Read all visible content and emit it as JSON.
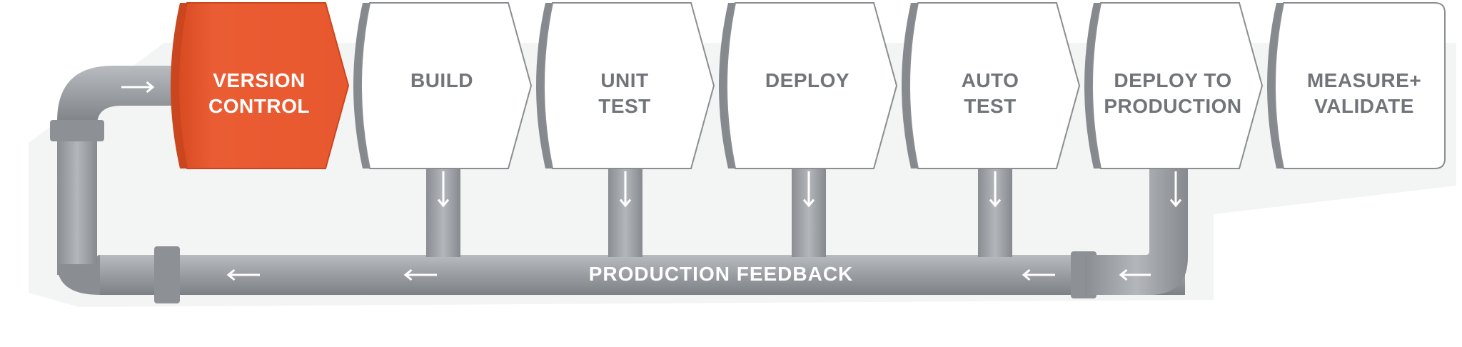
{
  "colors": {
    "active_stage": "#e8582f",
    "stage_face": "#ffffff",
    "stage_side": "#86898d",
    "stage_text": "#717479",
    "active_text": "#ffffff",
    "pipe": "#9a9da1",
    "pipe_dark": "#7f8286",
    "arrow": "#ffffff"
  },
  "stages": [
    {
      "id": "version-control",
      "lines": [
        "VERSION",
        "CONTROL"
      ],
      "active": true
    },
    {
      "id": "build",
      "lines": [
        "BUILD"
      ],
      "active": false
    },
    {
      "id": "unit-test",
      "lines": [
        "UNIT",
        "TEST"
      ],
      "active": false
    },
    {
      "id": "deploy",
      "lines": [
        "DEPLOY"
      ],
      "active": false
    },
    {
      "id": "auto-test",
      "lines": [
        "AUTO",
        "TEST"
      ],
      "active": false
    },
    {
      "id": "deploy-to-production",
      "lines": [
        "DEPLOY TO",
        "PRODUCTION"
      ],
      "active": false
    },
    {
      "id": "measure-validate",
      "lines": [
        "MEASURE+",
        "VALIDATE"
      ],
      "active": false
    }
  ],
  "feedback": {
    "label": "PRODUCTION FEEDBACK"
  }
}
